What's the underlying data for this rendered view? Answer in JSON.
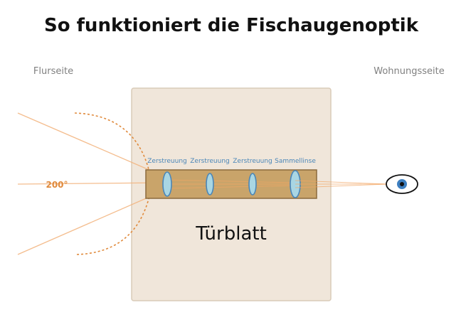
{
  "title": "So funktioniert die Fischaugenoptik",
  "labels": {
    "outside": "Flurseite",
    "inside": "Wohnungsseite",
    "door": "Türblatt",
    "angle": "200°"
  },
  "lenses": [
    {
      "label": "Zerstreuung"
    },
    {
      "label": "Zerstreuung"
    },
    {
      "label": "Zerstreuung"
    },
    {
      "label": "Sammellinse"
    }
  ],
  "colors": {
    "ray": "#f2b27a",
    "field_arc": "#e08a3c",
    "door": "#f0e6da",
    "barrel": "#c9a46a",
    "lens": "#a9d6e3",
    "lens_label": "#4a86b8",
    "iris": "#3d7fc0"
  },
  "icons": {
    "viewer": "eye-icon"
  }
}
